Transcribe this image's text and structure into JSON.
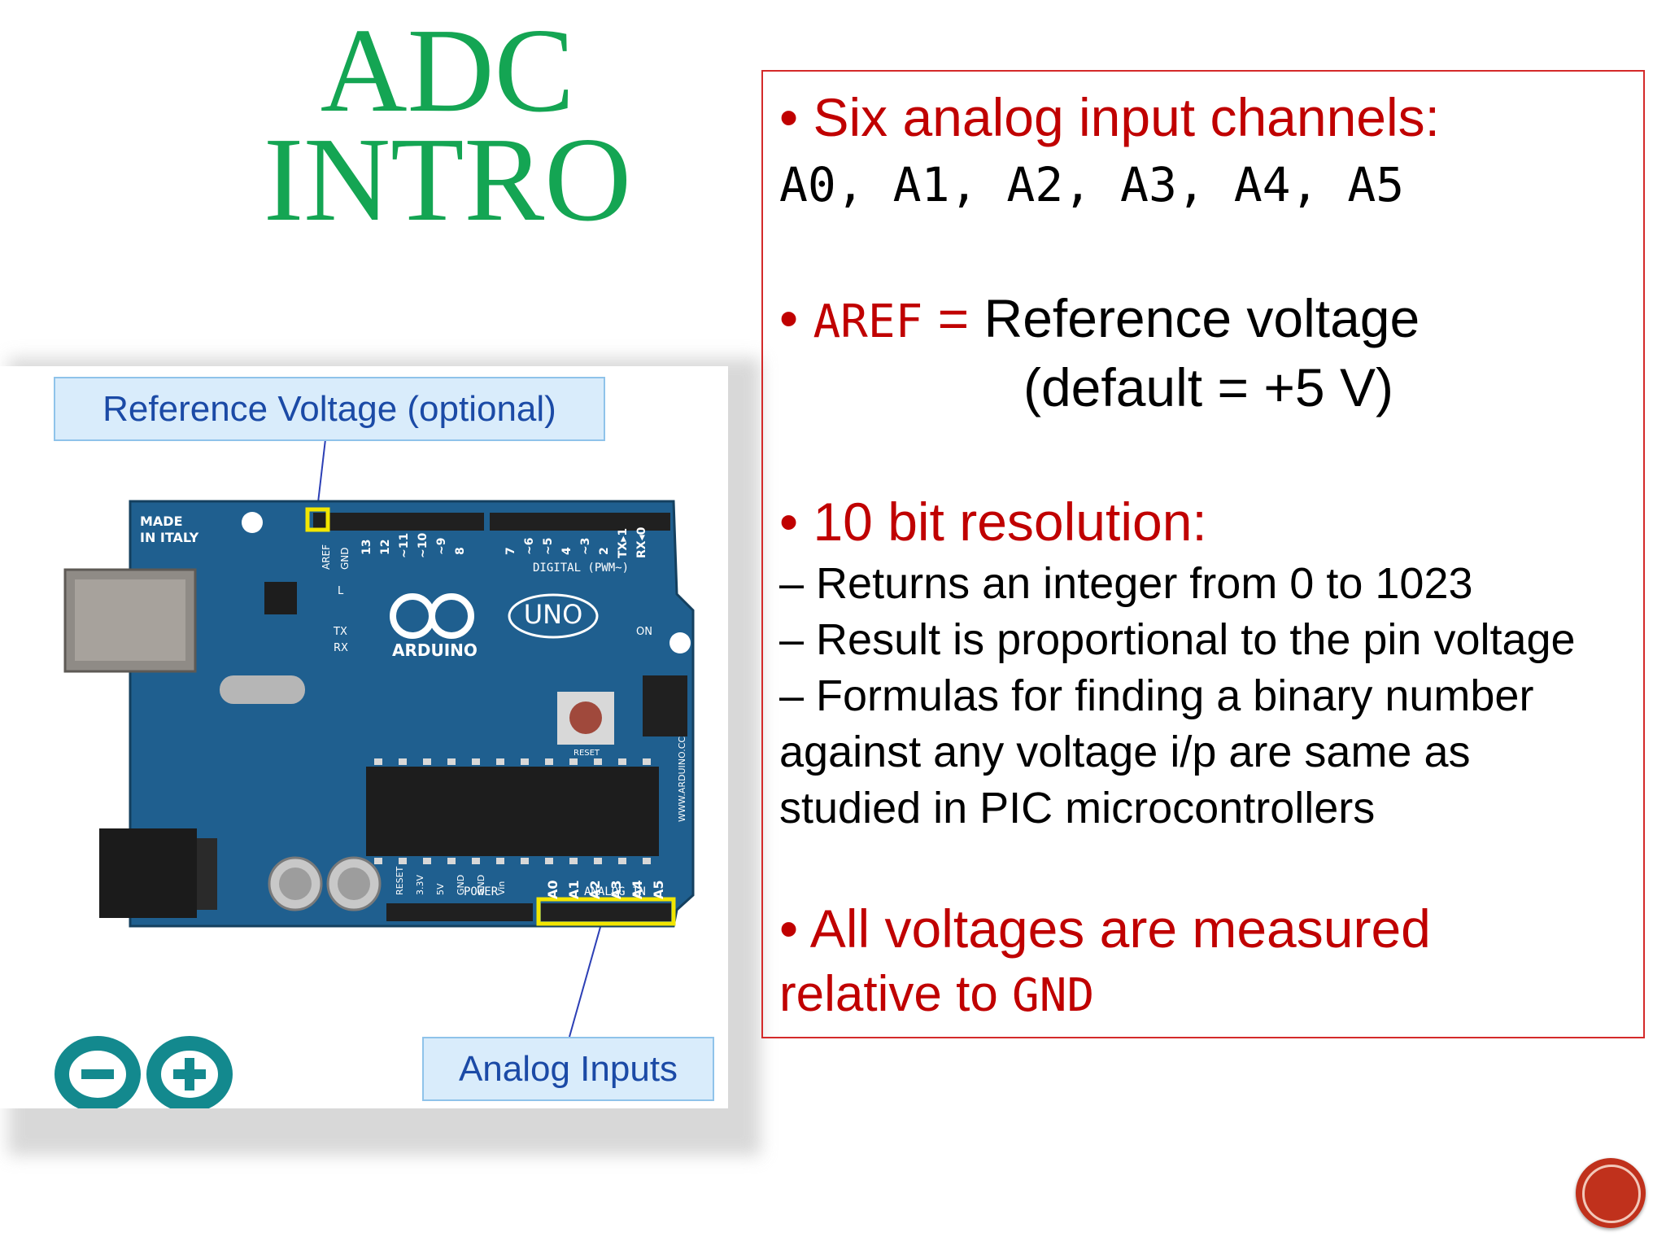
{
  "slide": {
    "title_line1": "ADC",
    "title_line2": "INTRO"
  },
  "figure": {
    "ref_callout": "Reference Voltage (optional)",
    "analog_callout": "Analog Inputs",
    "board": {
      "made_in": "MADE",
      "made_in2": "IN ITALY",
      "brand": "ARDUINO",
      "model": "UNO",
      "digital_label": "DIGITAL (PWM~)",
      "power_label": "POWER",
      "analog_label": "ANALOG IN",
      "on_label": "ON",
      "tx_label": "TX",
      "rx_label": "RX",
      "l_label": "L",
      "aref_label": "AREF",
      "gnd_label": "GND",
      "reset_label": "RESET",
      "url_label": "WWW.ARDUINO.CC",
      "analog_pins": [
        "A0",
        "A1",
        "A2",
        "A3",
        "A4",
        "A5"
      ],
      "digital_pins": [
        "13",
        "12",
        "~11",
        "~10",
        "~9",
        "8",
        "7",
        "~6",
        "~5",
        "4",
        "~3",
        "2",
        "TX▸1",
        "RX◂0"
      ],
      "power_pins": [
        "RESET",
        "3.3V",
        "5V",
        "GND",
        "GND",
        "Vin"
      ]
    }
  },
  "info": {
    "bullet1_label": "• Six analog input channels:",
    "bullet1_channels": "A0, A1, A2, A3, A4, A5",
    "bullet2_prefix": "• ",
    "bullet2_code": "AREF",
    "bullet2_eq": " = ",
    "bullet2_text": "Reference voltage",
    "bullet2_default": "(default = +5 V)",
    "bullet3_label": "• 10 bit resolution:",
    "sub1": "– Returns an integer from 0 to 1023",
    "sub2": "– Result is proportional to the pin voltage",
    "sub3": "– Formulas for finding a binary number",
    "sub3_cont1": "against any voltage i/p are same as",
    "sub3_cont2": "studied in PIC microcontrollers",
    "bullet4_line1": "• All voltages are measured",
    "bullet4_line2_text": "relative to ",
    "bullet4_line2_code": "GND"
  },
  "colors": {
    "title": "#14a553",
    "accent_red": "#c00000",
    "border_red": "#d42a2a",
    "board_blue": "#1f5f8f",
    "callout_bg": "#d9ecfb",
    "highlight_yellow": "#f2e600",
    "arduino_teal": "#13898e"
  },
  "icons": {
    "logo": "arduino-logo-icon",
    "nav": "next-slide-icon"
  }
}
